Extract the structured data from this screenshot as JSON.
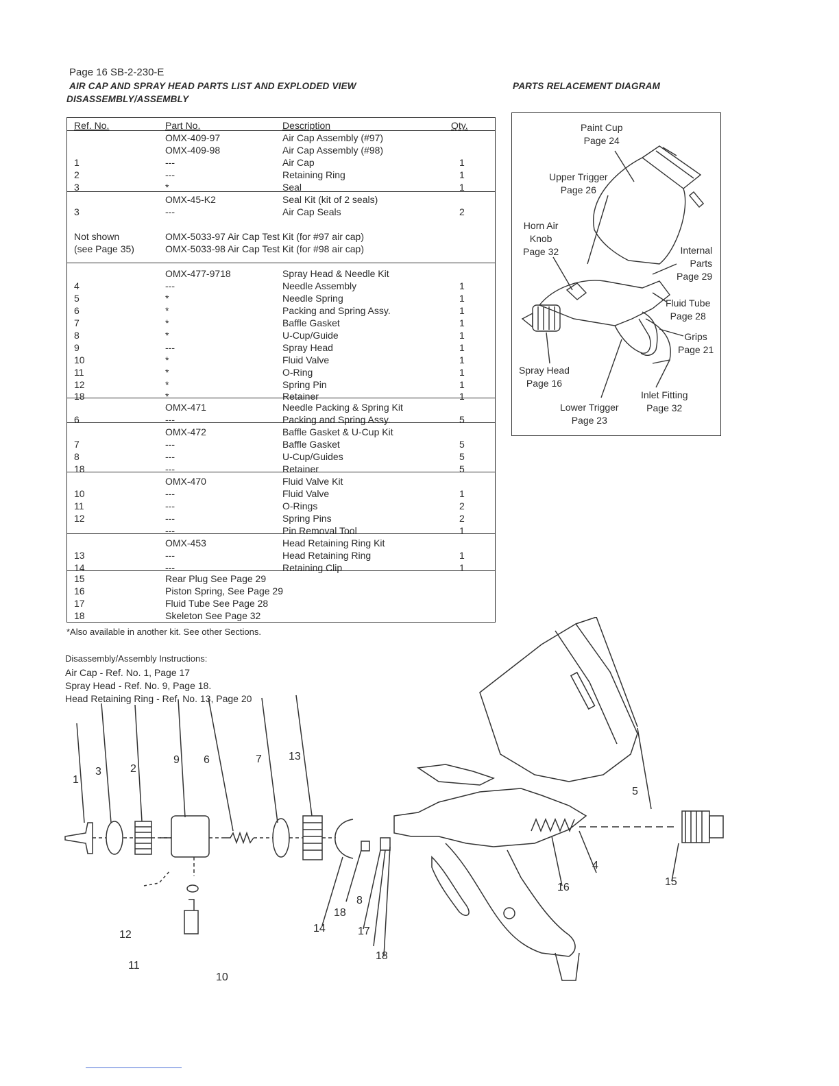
{
  "header": {
    "page_ref": "Page 16  SB-2-230-E",
    "title_line1": "AIR CAP AND SPRAY HEAD PARTS LIST AND EXPLODED VIEW",
    "title_line2": "DISASSEMBLY/ASSEMBLY",
    "diagram_title": "PARTS RELACEMENT DIAGRAM"
  },
  "table": {
    "columns": [
      "Ref. No.",
      "Part No.",
      "Description",
      "Qty."
    ],
    "rows": [
      {
        "ref": "",
        "part": "OMX-409-97",
        "desc": "Air Cap Assembly (#97)",
        "qty": ""
      },
      {
        "ref": "",
        "part": "OMX-409-98",
        "desc": "Air Cap Assembly (#98)",
        "qty": ""
      },
      {
        "ref": "1",
        "part": "---",
        "desc": "Air Cap",
        "qty": "1"
      },
      {
        "ref": "2",
        "part": "---",
        "desc": "Retaining Ring",
        "qty": "1"
      },
      {
        "ref": "3",
        "part": "*",
        "desc": "Seal",
        "qty": "1"
      },
      {
        "ref": "",
        "part": "OMX-45-K2",
        "desc": "Seal Kit (kit of 2 seals)",
        "qty": ""
      },
      {
        "ref": "3",
        "part": "---",
        "desc": "Air Cap Seals",
        "qty": "2"
      },
      {
        "ref": "Not shown",
        "part": "OMX-5033-97 Air Cap Test Kit (for #97 air cap)",
        "desc": "",
        "qty": ""
      },
      {
        "ref": "(see Page 35)",
        "part": "OMX-5033-98 Air Cap Test Kit (for #98 air cap)",
        "desc": "",
        "qty": ""
      },
      {
        "ref": "",
        "part": "OMX-477-9718",
        "desc": "Spray Head & Needle Kit",
        "qty": ""
      },
      {
        "ref": "4",
        "part": "---",
        "desc": "Needle Assembly",
        "qty": "1"
      },
      {
        "ref": "5",
        "part": "*",
        "desc": "Needle Spring",
        "qty": "1"
      },
      {
        "ref": "6",
        "part": "*",
        "desc": "Packing and Spring Assy.",
        "qty": "1"
      },
      {
        "ref": "7",
        "part": "*",
        "desc": "Baffle Gasket",
        "qty": "1"
      },
      {
        "ref": "8",
        "part": "*",
        "desc": "U-Cup/Guide",
        "qty": "1"
      },
      {
        "ref": "9",
        "part": "---",
        "desc": "Spray Head",
        "qty": "1"
      },
      {
        "ref": "10",
        "part": "*",
        "desc": "Fluid Valve",
        "qty": "1"
      },
      {
        "ref": "11",
        "part": "*",
        "desc": "O-Ring",
        "qty": "1"
      },
      {
        "ref": "12",
        "part": "*",
        "desc": "Spring Pin",
        "qty": "1"
      },
      {
        "ref": "18",
        "part": "*",
        "desc": "Retainer",
        "qty": "1"
      },
      {
        "ref": "",
        "part": "OMX-471",
        "desc": "Needle Packing & Spring Kit",
        "qty": ""
      },
      {
        "ref": "6",
        "part": "---",
        "desc": "Packing and Spring Assy.",
        "qty": "5"
      },
      {
        "ref": "",
        "part": "OMX-472",
        "desc": "Baffle Gasket & U-Cup Kit",
        "qty": ""
      },
      {
        "ref": "7",
        "part": "---",
        "desc": "Baffle Gasket",
        "qty": "5"
      },
      {
        "ref": "8",
        "part": "---",
        "desc": "U-Cup/Guides",
        "qty": "5"
      },
      {
        "ref": "18",
        "part": "---",
        "desc": "Retainer",
        "qty": "5"
      },
      {
        "ref": "",
        "part": "OMX-470",
        "desc": "Fluid Valve Kit",
        "qty": ""
      },
      {
        "ref": "10",
        "part": "---",
        "desc": "Fluid Valve",
        "qty": "1"
      },
      {
        "ref": "11",
        "part": "---",
        "desc": "O-Rings",
        "qty": "2"
      },
      {
        "ref": "12",
        "part": "---",
        "desc": "Spring Pins",
        "qty": "2"
      },
      {
        "ref": "",
        "part": "---",
        "desc": "Pin Removal Tool",
        "qty": "1"
      },
      {
        "ref": "",
        "part": "OMX-453",
        "desc": "Head Retaining Ring Kit",
        "qty": ""
      },
      {
        "ref": "13",
        "part": "---",
        "desc": "Head Retaining Ring",
        "qty": "1"
      },
      {
        "ref": "14",
        "part": "---",
        "desc": "Retaining Clip",
        "qty": "1"
      },
      {
        "ref": "15",
        "part": "Rear Plug See Page 29",
        "desc": "",
        "qty": ""
      },
      {
        "ref": "16",
        "part": "Piston Spring, See Page 29",
        "desc": "",
        "qty": ""
      },
      {
        "ref": "17",
        "part": "Fluid Tube See Page 28",
        "desc": "",
        "qty": ""
      },
      {
        "ref": "18",
        "part": "Skeleton See Page 32",
        "desc": "",
        "qty": ""
      }
    ]
  },
  "footnote": "*Also available in another kit.  See other Sections.",
  "instructions": {
    "heading": "Disassembly/Assembly Instructions:",
    "lines": [
      "Air Cap - Ref. No. 1, Page 17",
      "Spray Head - Ref. No. 9, Page 18.",
      "Head Retaining Ring - Ref. No. 13, Page 20"
    ]
  },
  "diagram_callouts": {
    "paint_cup": [
      "Paint Cup",
      "Page 24"
    ],
    "upper_trigger": [
      "Upper Trigger",
      "Page 26"
    ],
    "horn_air_knob": [
      "Horn Air",
      "Knob",
      "Page 32"
    ],
    "internal_parts": [
      "Internal",
      "Parts",
      "Page 29"
    ],
    "fluid_tube": [
      "Fluid Tube",
      "Page 28"
    ],
    "grips": [
      "Grips",
      "Page 21"
    ],
    "spray_head": [
      "Spray Head",
      "Page 16"
    ],
    "inlet_fitting": [
      "Inlet Fitting",
      "Page 32"
    ],
    "lower_trigger": [
      "Lower Trigger",
      "Page 23"
    ]
  },
  "exploded_numbers": [
    "1",
    "3",
    "2",
    "9",
    "6",
    "7",
    "13",
    "5",
    "4",
    "16",
    "15",
    "8",
    "18",
    "14",
    "17",
    "18",
    "12",
    "11",
    "10"
  ]
}
